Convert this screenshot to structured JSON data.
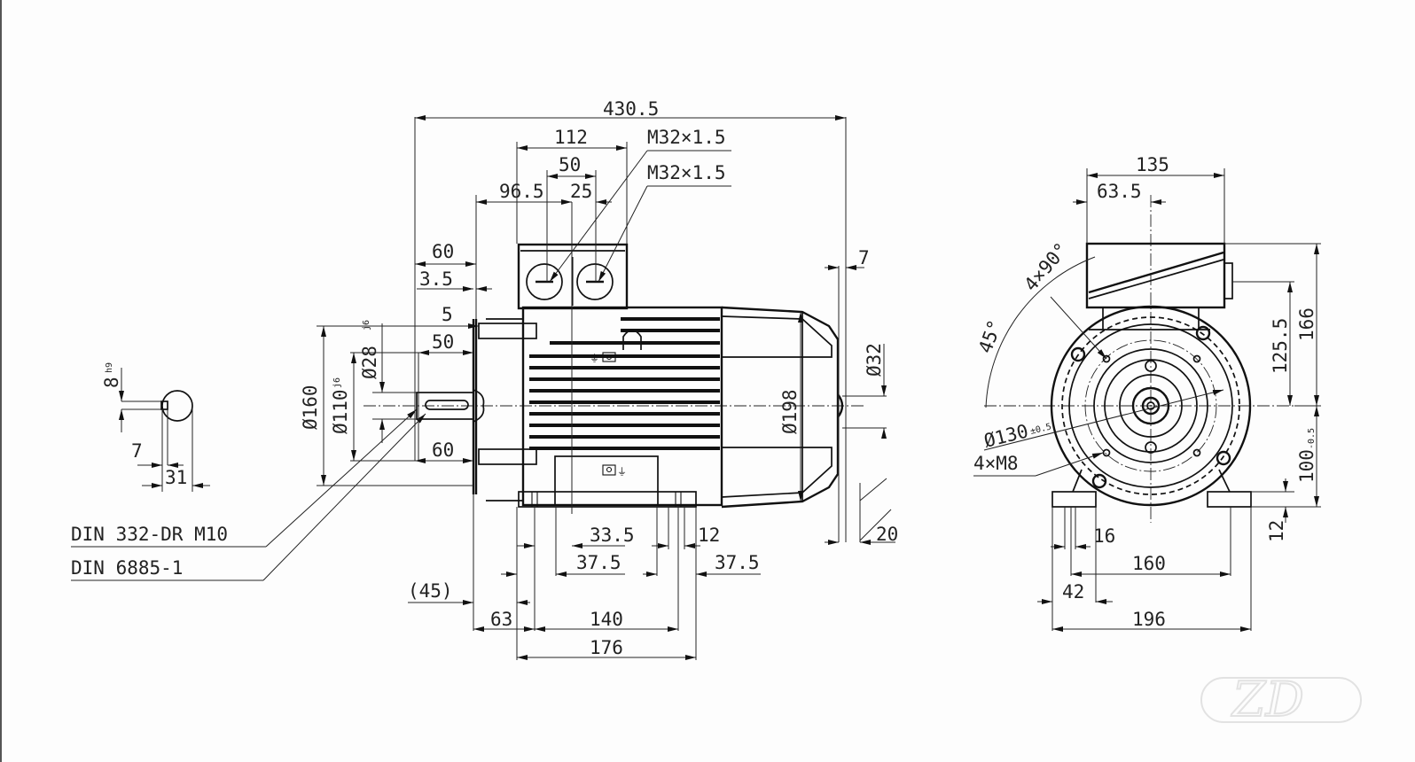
{
  "drawing": {
    "title": "Electric motor dimensional drawing",
    "side_view": {
      "overall_length": "430.5",
      "terminal_box_width": "112",
      "gland_spacing": "50",
      "box_offset": "96.5",
      "gland_offset": "25",
      "gland_thread_1": "M32×1.5",
      "gland_thread_2": "M32×1.5",
      "shaft_length": "60",
      "flange_step": "3.5",
      "spigot_depth": "5",
      "key_length": "50",
      "key_offset": "60",
      "flange_diameter": "Ø160",
      "spigot_diameter": "Ø110",
      "spigot_tol": "j6",
      "shaft_diameter": "Ø28",
      "shaft_tol": "j6",
      "fan_cover_diameter": "Ø198",
      "rear_boss_diameter": "Ø32",
      "rear_boss_length": "7",
      "clearance": "20",
      "foot_a": "33.5",
      "foot_b": "12",
      "foot_c": "37.5",
      "foot_d": "37.5",
      "shaft_to_foot": "(45)",
      "foot_front": "63",
      "foot_hole_spacing": "140",
      "foot_length": "176",
      "centre_hole_std": "DIN 332-DR M10",
      "key_std": "DIN 6885-1"
    },
    "key_section": {
      "key_width": "8",
      "key_width_tol": "h9",
      "key_depth": "7",
      "shaft_key_height": "31"
    },
    "end_view": {
      "box_width": "135",
      "box_offset": "63.5",
      "bolt_angle": "4×90°",
      "bolt_start_angle": "45°",
      "pcd": "Ø130",
      "pcd_tol": "±0.5",
      "thread": "4×M8",
      "cable_entry_height": "125.5",
      "box_top_height": "166",
      "shaft_height": "100",
      "shaft_height_tol": "-0.5",
      "foot_thickness": "12",
      "foot_slot": "16",
      "foot_hole_spacing": "160",
      "foot_width": "42",
      "overall_width": "196"
    },
    "watermark": "ZD"
  }
}
